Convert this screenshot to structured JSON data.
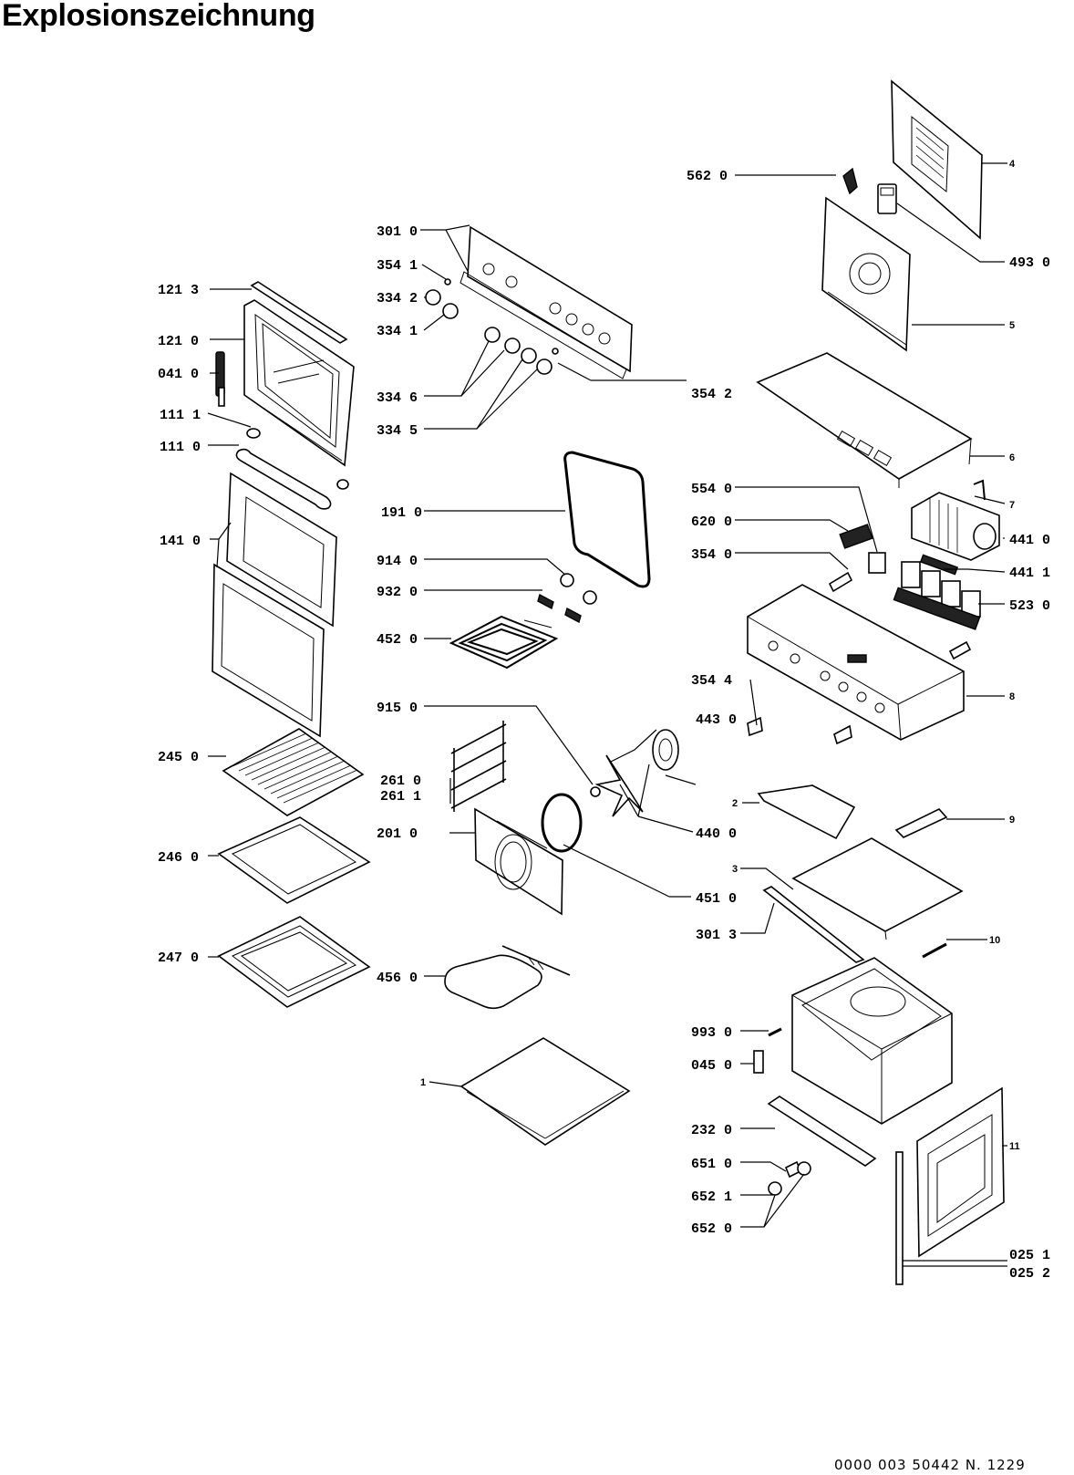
{
  "title": "Explosionszeichnung",
  "footer": "0000 003 50442   N. 1229",
  "labels": {
    "l121_3": "121 3",
    "l121_0": "121 0",
    "l041_0": "041 0",
    "l111_1": "111 1",
    "l111_0": "111 0",
    "l141_0": "141 0",
    "l245_0": "245 0",
    "l246_0": "246 0",
    "l247_0": "247 0",
    "l301_0": "301 0",
    "l354_1": "354 1",
    "l334_2": "334 2",
    "l334_1": "334 1",
    "l334_6": "334 6",
    "l334_5": "334 5",
    "l354_2": "354 2",
    "l191_0": "191 0",
    "l914_0": "914 0",
    "l932_0": "932 0",
    "l452_0": "452 0",
    "l915_0": "915 0",
    "l443_0": "443 0",
    "l261_0": "261 0",
    "l261_1": "261 1",
    "l201_0": "201 0",
    "l440_0": "440 0",
    "l451_0": "451 0",
    "l456_0": "456 0",
    "l1": "1",
    "l562_0": "562 0",
    "l4": "4",
    "l493_0": "493 0",
    "l5": "5",
    "l6": "6",
    "l554_0": "554 0",
    "l7": "7",
    "l620_0": "620 0",
    "l441_0": "441 0",
    "l354_0": "354 0",
    "l441_1": "441 1",
    "l523_0": "523 0",
    "l354_4": "354 4",
    "l8": "8",
    "l2": "2",
    "l9": "9",
    "l3": "3",
    "l301_3": "301 3",
    "l10": "10",
    "l993_0": "993 0",
    "l045_0": "045 0",
    "l232_0": "232 0",
    "l11": "11",
    "l651_0": "651 0",
    "l652_1": "652 1",
    "l652_0": "652 0",
    "l025_1": "025 1",
    "l025_2": "025 2"
  }
}
